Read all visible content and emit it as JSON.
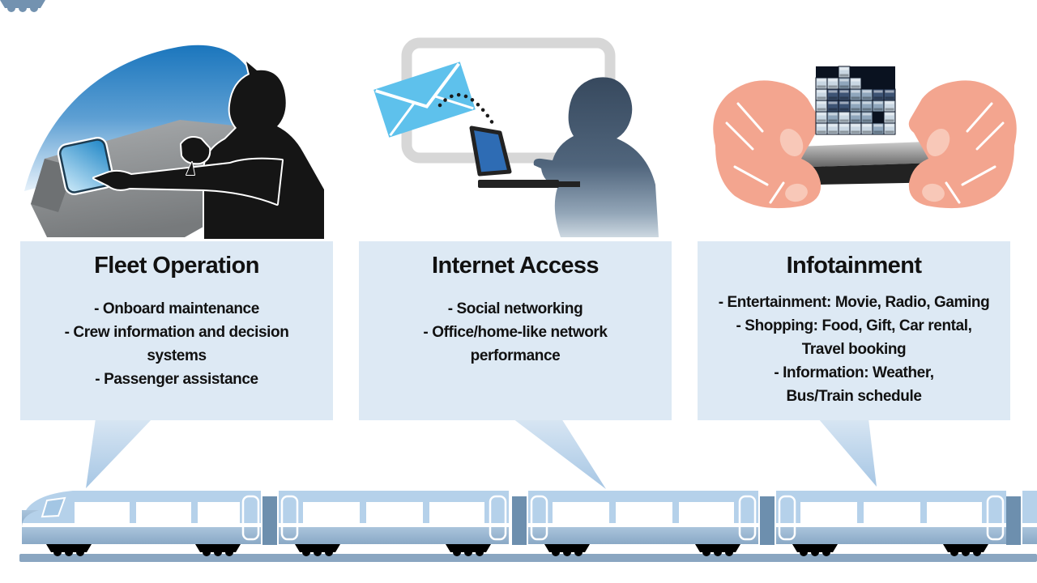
{
  "boxes": [
    {
      "title": "Fleet Operation",
      "lines": [
        "- Onboard maintenance",
        "- Crew information and decision",
        "systems",
        "- Passenger assistance"
      ]
    },
    {
      "title": "Internet Access",
      "lines": [
        "- Social networking",
        "- Office/home-like network",
        "performance"
      ]
    },
    {
      "title": "Infotainment",
      "lines": [
        "- Entertainment: Movie, Radio, Gaming",
        "- Shopping: Food, Gift, Car rental,",
        "Travel booking",
        "- Information: Weather,",
        "Bus/Train schedule"
      ]
    }
  ],
  "illustrations": [
    {
      "name": "driver-touchscreen-illustration"
    },
    {
      "name": "laptop-email-illustration"
    },
    {
      "name": "hands-gaming-phone-illustration"
    }
  ],
  "colors": {
    "box_bg": "#dde9f4",
    "text": "#111111",
    "tail_top": "#d8e6f3",
    "tail_bottom": "#a6c6e4",
    "train_light": "#b5d1ea",
    "train_body_top": "#aac4dc",
    "train_body_bottom": "#8aa9c6",
    "train_connector": "#6d8fae",
    "bogie": "#7392b0",
    "track": "#8aa6c1",
    "cab_arc_blue": "#1b76bd",
    "console_gray": "#8c8c8c",
    "silhouette_black": "#151515",
    "touchscreen_blue": "#1f86c6",
    "monitor_frame": "#d7d7d7",
    "person_slate": "#3a4d63",
    "laptop_screen_blue": "#2e6cb4",
    "envelope_blue": "#5ec1ec",
    "hand_skin": "#f3a58f",
    "hand_nail": "#f8c8b8",
    "phone_dark": "#262626"
  },
  "game_grid": {
    "cols": 7,
    "rows": 6,
    "cell": 14,
    "palette": [
      "#0a1220",
      "#c9d7e3",
      "#8fa6bc",
      "#3d5374"
    ],
    "matrix": [
      [
        0,
        0,
        1,
        0,
        0,
        0,
        0
      ],
      [
        1,
        1,
        2,
        1,
        0,
        0,
        0
      ],
      [
        1,
        3,
        3,
        2,
        2,
        3,
        3
      ],
      [
        1,
        3,
        3,
        2,
        2,
        2,
        1
      ],
      [
        1,
        2,
        1,
        2,
        2,
        0,
        1
      ],
      [
        1,
        1,
        1,
        1,
        1,
        2,
        1
      ]
    ]
  }
}
